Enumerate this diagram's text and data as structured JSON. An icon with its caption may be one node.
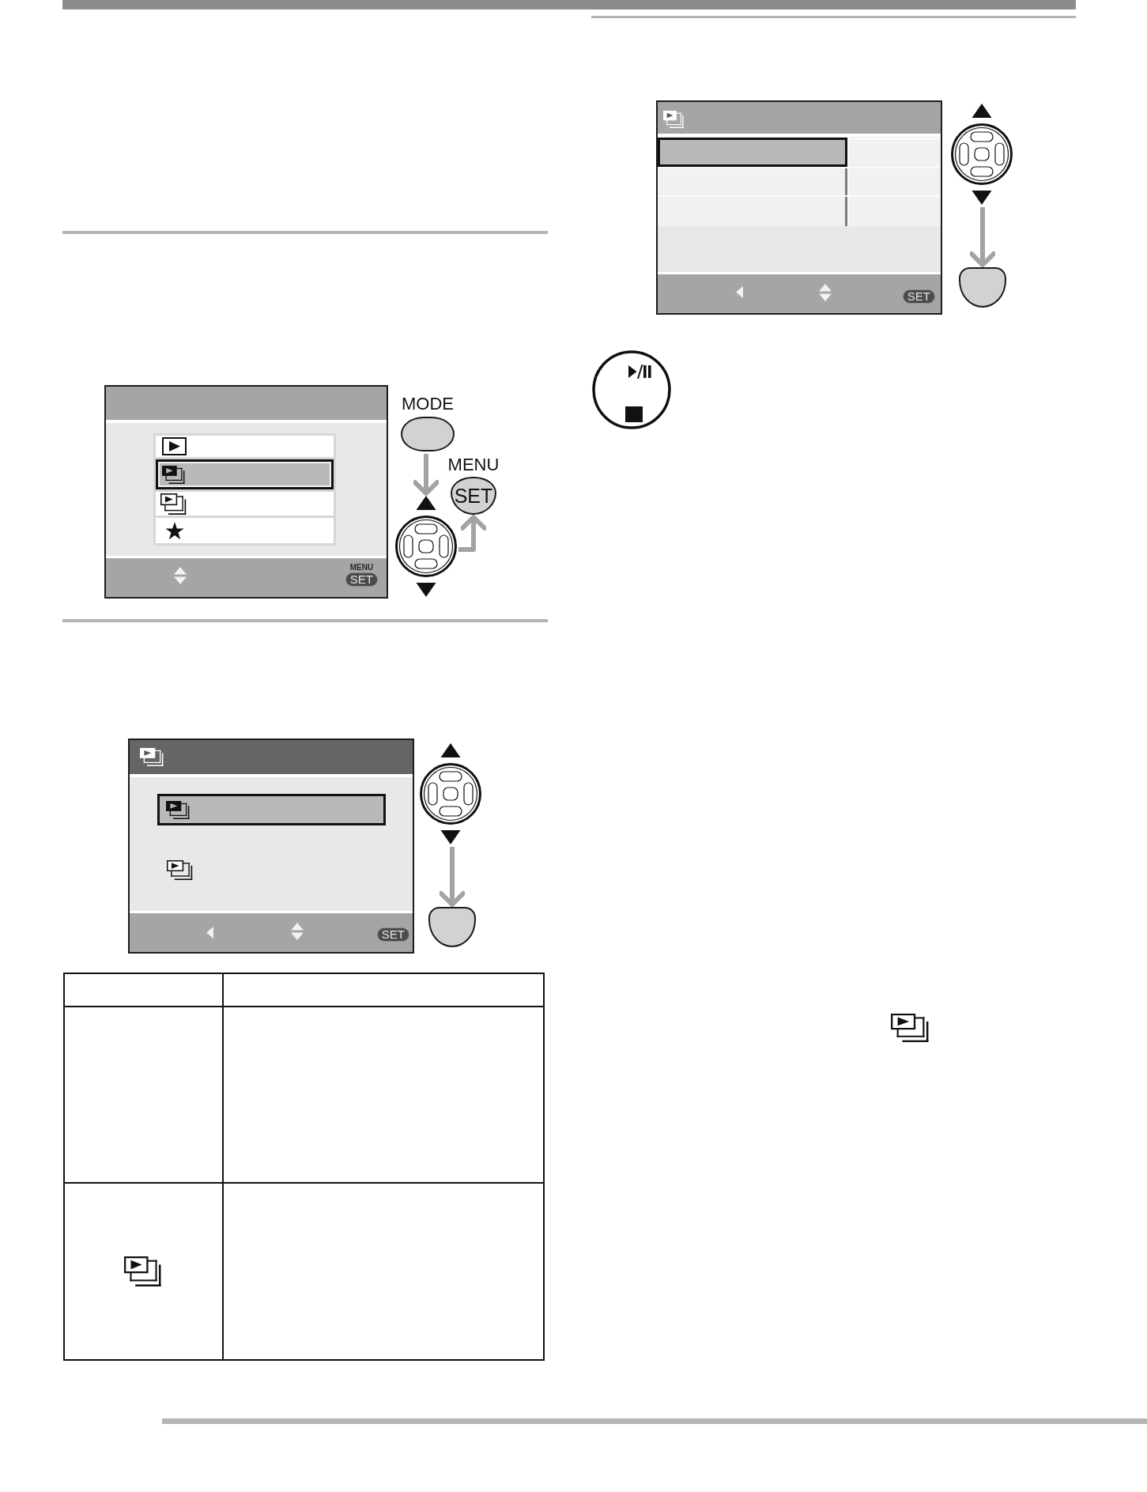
{
  "diagram": {
    "nodes": [
      {
        "text": [
          "MODE"
        ]
      },
      {
        "text": [
          "MENU",
          "SET"
        ]
      },
      {
        "text": [],
        "shape": "circle"
      },
      {
        "text": [],
        "shape": "circle"
      },
      {
        "text": [],
        "shape": "circle"
      },
      {
        "text": [],
        "shape": "circle"
      },
      {
        "text": [],
        "shape": "circle"
      }
    ],
    "edges": [
      {
        "from": 0,
        "to": 2,
        "arrow": "to"
      },
      {
        "from": 2,
        "to": 1,
        "arrow": "to"
      },
      {
        "from": 3,
        "to": 4,
        "arrow": "to"
      },
      {
        "from": 5,
        "to": 6,
        "arrow": "to"
      }
    ],
    "labels": [
      "MENU",
      "SET",
      "SET",
      "SET"
    ]
  }
}
